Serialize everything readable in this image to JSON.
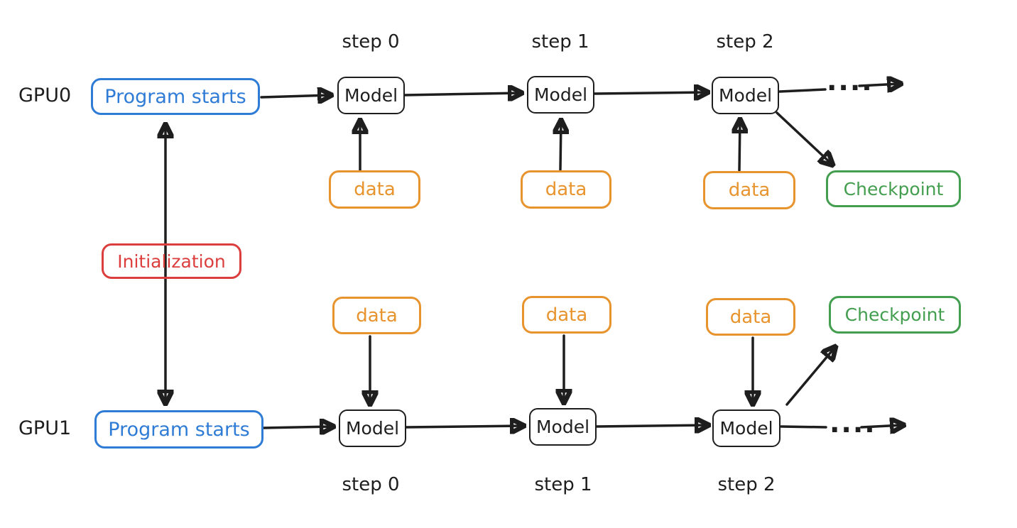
{
  "diagram": {
    "type": "distributed-training-timeline",
    "colors": {
      "program_box": "#2f7cd6",
      "data_box": "#e8942e",
      "checkpoint_box": "#449e4f",
      "initialization_box": "#dc3e3e",
      "ink": "#1e1e1e",
      "background": "#ffffff"
    },
    "initialization": "Initialization",
    "gpu0": {
      "label": "GPU0",
      "program": "Program starts",
      "model": "Model",
      "data": "data",
      "checkpoint": "Checkpoint",
      "dots": "....",
      "steps": [
        "step 0",
        "step 1",
        "step 2"
      ]
    },
    "gpu1": {
      "label": "GPU1",
      "program": "Program starts",
      "model": "Model",
      "data": "data",
      "checkpoint": "Checkpoint",
      "dots": "....",
      "steps": [
        "step 0",
        "step 1",
        "step 2"
      ]
    }
  }
}
